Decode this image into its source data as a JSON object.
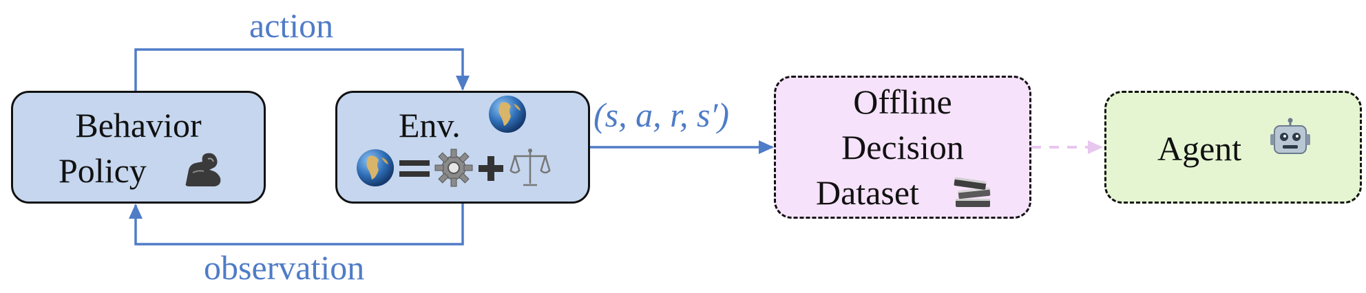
{
  "arrows": {
    "action_label": "action",
    "observation_label": "observation",
    "transition_tuple": "(s, a, r, s′)"
  },
  "nodes": {
    "behavior_policy": {
      "line1": "Behavior",
      "line2": "Policy",
      "icon": "flexed-arm-icon"
    },
    "environment": {
      "title": "Env.",
      "icon": "globe-icon",
      "equation_icons": [
        "globe-icon",
        "equals-sign",
        "gear-icon",
        "plus-sign",
        "balance-scale-icon"
      ]
    },
    "offline_dataset": {
      "line1": "Offline",
      "line2": "Decision",
      "line3": "Dataset",
      "icon": "books-icon"
    },
    "agent": {
      "label": "Agent",
      "icon": "robot-icon"
    }
  },
  "colors": {
    "arrow_blue": "#4f7cc7",
    "box_blue": "#c5d6ee",
    "dataset_pink": "#f6e2fa",
    "agent_green": "#e5f5d2",
    "faded_arrow": "#e8c7ef"
  }
}
